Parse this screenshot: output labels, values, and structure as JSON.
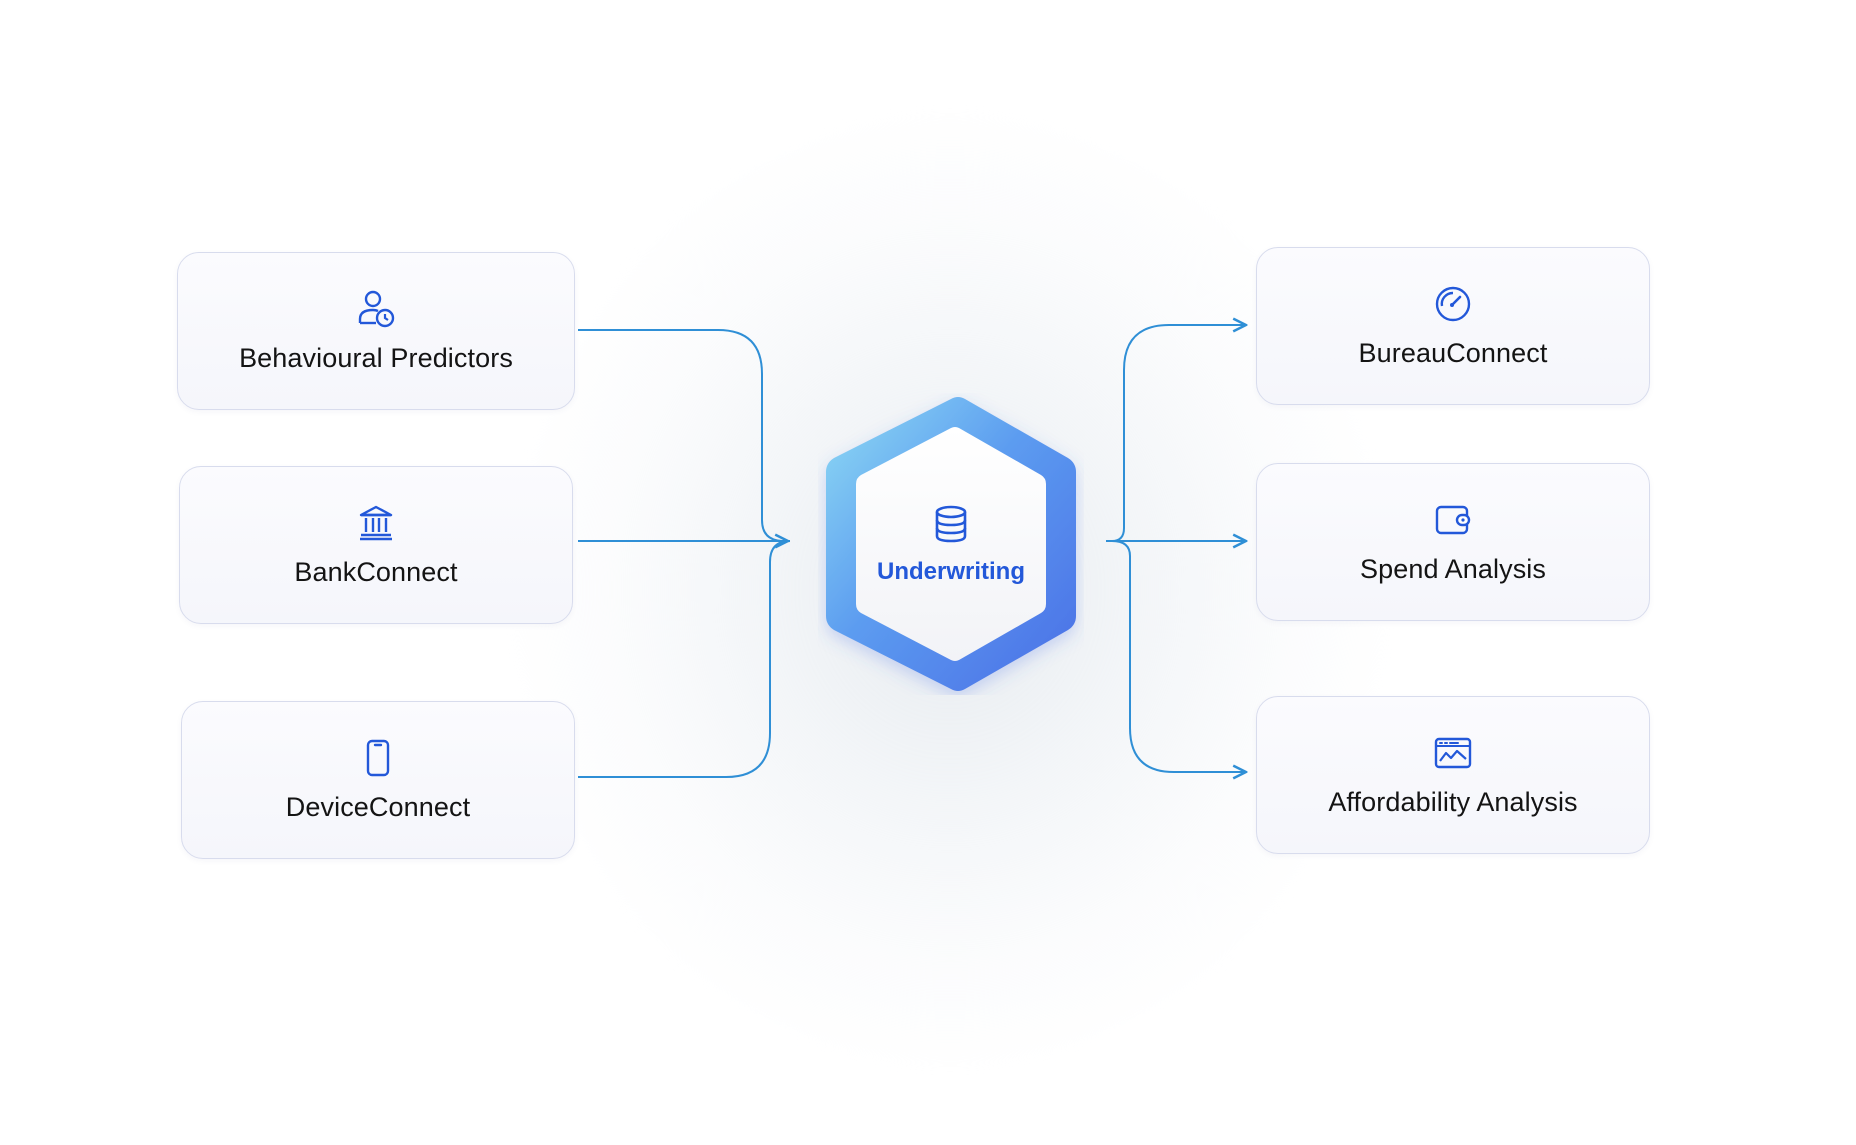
{
  "center": {
    "label": "Underwriting",
    "icon": "database-icon"
  },
  "inputs": [
    {
      "label": "Behavioural Predictors",
      "icon": "user-clock-icon"
    },
    {
      "label": "BankConnect",
      "icon": "bank-icon"
    },
    {
      "label": "DeviceConnect",
      "icon": "mobile-device-icon"
    }
  ],
  "outputs": [
    {
      "label": "BureauConnect",
      "icon": "gauge-icon"
    },
    {
      "label": "Spend Analysis",
      "icon": "wallet-icon"
    },
    {
      "label": "Affordability Analysis",
      "icon": "chart-window-icon"
    }
  ],
  "colors": {
    "accent": "#2358d9",
    "connector": "#2f8fd6",
    "card_border": "#d8dced",
    "hex_gradient_start": "#86d6f2",
    "hex_gradient_end": "#4f73e8"
  }
}
